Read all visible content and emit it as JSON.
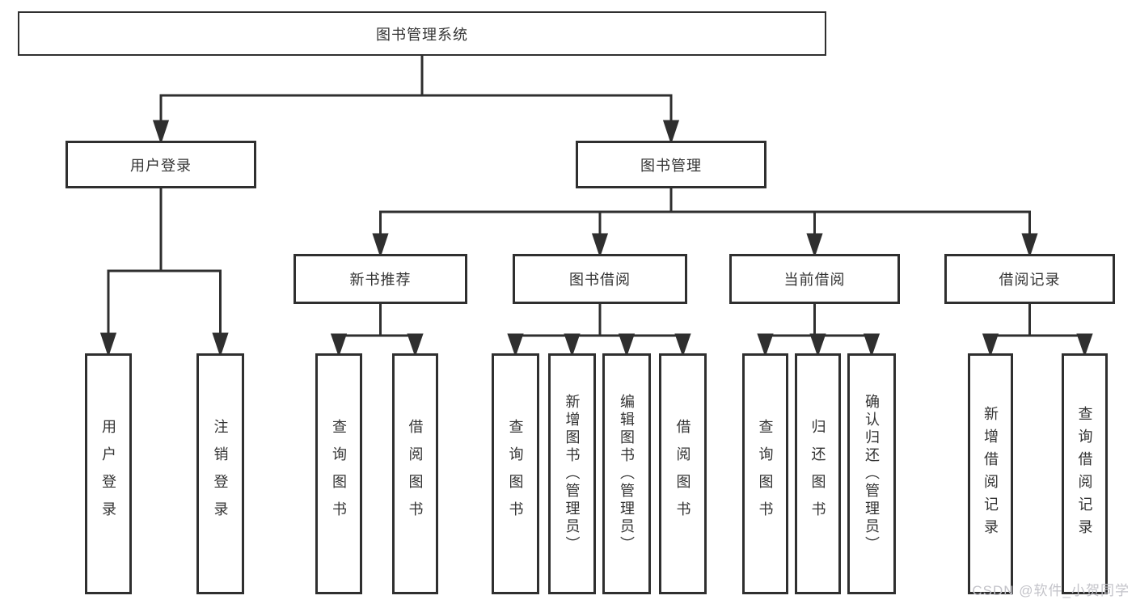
{
  "palette": {
    "line": "#2f2f2f",
    "box_fill": "#ffffff",
    "text": "#333333",
    "watermark": "#c3c3c9"
  },
  "watermark": {
    "text": "CSDN @软件_小贺同学"
  },
  "tree": {
    "root": {
      "label": "图书管理系统",
      "children": [
        {
          "label": "用户登录",
          "children": [
            {
              "label": "用户登录"
            },
            {
              "label": "注销登录"
            }
          ]
        },
        {
          "label": "图书管理",
          "children": [
            {
              "label": "新书推荐",
              "children": [
                {
                  "label": "查询图书"
                },
                {
                  "label": "借阅图书"
                }
              ]
            },
            {
              "label": "图书借阅",
              "children": [
                {
                  "label": "查询图书"
                },
                {
                  "label": "新增图书（管理员）"
                },
                {
                  "label": "编辑图书（管理员）"
                },
                {
                  "label": "借阅图书"
                }
              ]
            },
            {
              "label": "当前借阅",
              "children": [
                {
                  "label": "查询图书"
                },
                {
                  "label": "归还图书"
                },
                {
                  "label": "确认归还（管理员）"
                }
              ]
            },
            {
              "label": "借阅记录",
              "children": [
                {
                  "label": "新增借阅记录"
                },
                {
                  "label": "查询借阅记录"
                }
              ]
            }
          ]
        }
      ]
    }
  }
}
